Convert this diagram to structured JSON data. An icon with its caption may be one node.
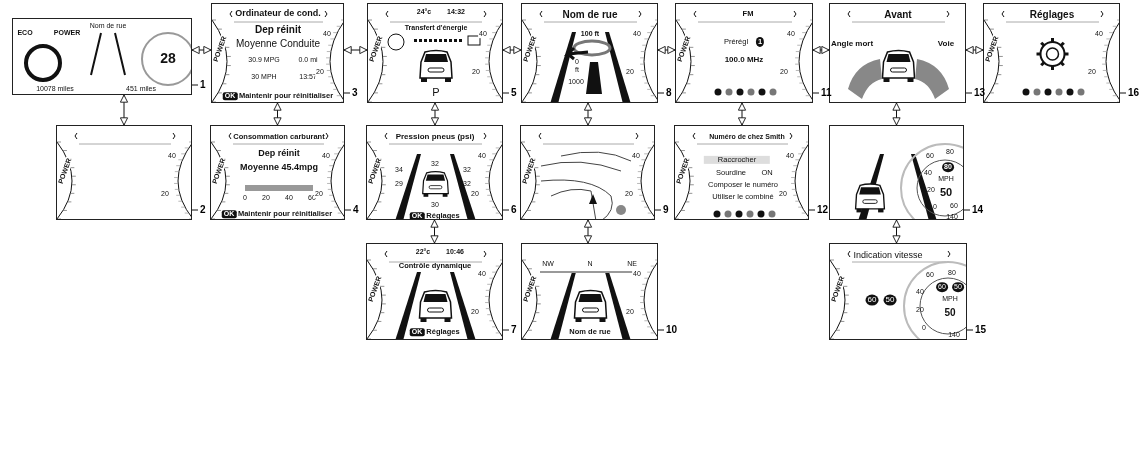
{
  "diagram": {
    "nodes": [
      {
        "text": [
          "Nom de rue",
          "ECO",
          "POWER",
          "28",
          "10078 miles",
          "451 miles"
        ]
      },
      {
        "text": [
          "Ordinateur de cond.",
          "Dep réinit",
          "Moyenne Conduite",
          "30.9 MPG",
          "0.0 mi",
          "30 MPH",
          "13:57",
          "OK",
          "Maintenir pour réinitialiser",
          "POWER",
          "40",
          "20"
        ]
      },
      {
        "text": [
          "24°c",
          "14:32",
          "Transfert d'énergie",
          "P",
          "POWER",
          "40",
          "20"
        ]
      },
      {
        "text": [
          "Nom de rue",
          "100 ft",
          "0",
          "ft",
          "1000",
          "POWER",
          "40",
          "20"
        ]
      },
      {
        "text": [
          "FM",
          "Prérégl",
          "1",
          "100.0 MHz",
          "POWER",
          "40",
          "20"
        ]
      },
      {
        "text": [
          "Avant",
          "Angle mort",
          "Voie"
        ]
      },
      {
        "text": [
          "Réglages",
          "POWER",
          "40",
          "20"
        ]
      },
      {
        "text": [
          "POWER",
          "40",
          "20"
        ]
      },
      {
        "text": [
          "Consommation carburant",
          "Dep réinit",
          "Moyenne 45.4mpg",
          "0",
          "20",
          "40",
          "60",
          "OK",
          "Maintenir pour réinitialiser",
          "POWER",
          "40",
          "20"
        ]
      },
      {
        "text": [
          "Pression pneus (psi)",
          "34",
          "32",
          "32",
          "29",
          "30",
          "32",
          "OK",
          "Réglages",
          "POWER",
          "40",
          "20"
        ]
      },
      {
        "text": [
          "POWER",
          "40",
          "20"
        ]
      },
      {
        "text": [
          "Numéro de chez Smith",
          "Raccrocher",
          "Sourdine",
          "ON",
          "Composer le numéro",
          "Utiliser le combiné",
          "POWER",
          "40",
          "20"
        ]
      },
      {
        "text": [
          "60",
          "80",
          "40",
          "20",
          "0",
          "80",
          "MPH",
          "50",
          "60",
          "140"
        ]
      },
      {
        "text": [
          "22°c",
          "10:46",
          "Contrôle dynamique",
          "OK",
          "Réglages",
          "POWER",
          "40",
          "20"
        ]
      },
      {
        "text": [
          "NW",
          "N",
          "NE",
          "Nom de rue",
          "POWER",
          "40",
          "20"
        ]
      },
      {
        "text": [
          "Indication vitesse",
          "60",
          "50",
          "60",
          "80",
          "40",
          "20",
          "0",
          "60",
          "50",
          "MPH",
          "50",
          "140",
          "POWER"
        ]
      },
      {
        "text": [
          "1"
        ]
      },
      {
        "text": [
          "3"
        ]
      },
      {
        "text": [
          "5"
        ]
      },
      {
        "text": [
          "8"
        ]
      },
      {
        "text": [
          "11"
        ]
      },
      {
        "text": [
          "13"
        ]
      },
      {
        "text": [
          "16"
        ]
      },
      {
        "text": [
          "2"
        ]
      },
      {
        "text": [
          "4"
        ]
      },
      {
        "text": [
          "6"
        ]
      },
      {
        "text": [
          "9"
        ]
      },
      {
        "text": [
          "12"
        ]
      },
      {
        "text": [
          "14"
        ]
      },
      {
        "text": [
          "7"
        ]
      },
      {
        "text": [
          "10"
        ]
      },
      {
        "text": [
          "15"
        ]
      }
    ],
    "edges": [
      {
        "from": 0,
        "to": 1,
        "arrow": "both"
      },
      {
        "from": 1,
        "to": 2,
        "arrow": "both"
      },
      {
        "from": 2,
        "to": 3,
        "arrow": "both"
      },
      {
        "from": 3,
        "to": 4,
        "arrow": "both"
      },
      {
        "from": 4,
        "to": 5,
        "arrow": "both"
      },
      {
        "from": 5,
        "to": 6,
        "arrow": "both"
      },
      {
        "from": 0,
        "to": 7,
        "arrow": "both"
      },
      {
        "from": 1,
        "to": 8,
        "arrow": "both"
      },
      {
        "from": 2,
        "to": 9,
        "arrow": "both"
      },
      {
        "from": 3,
        "to": 10,
        "arrow": "both"
      },
      {
        "from": 4,
        "to": 11,
        "arrow": "both"
      },
      {
        "from": 5,
        "to": 12,
        "arrow": "both"
      },
      {
        "from": 9,
        "to": 13,
        "arrow": "both"
      },
      {
        "from": 10,
        "to": 14,
        "arrow": "both"
      },
      {
        "from": 12,
        "to": 15,
        "arrow": "both"
      },
      {
        "from": 16,
        "to": 0,
        "arrow": "none"
      },
      {
        "from": 17,
        "to": 1,
        "arrow": "none"
      },
      {
        "from": 18,
        "to": 2,
        "arrow": "none"
      },
      {
        "from": 19,
        "to": 3,
        "arrow": "none"
      },
      {
        "from": 20,
        "to": 4,
        "arrow": "none"
      },
      {
        "from": 21,
        "to": 5,
        "arrow": "none"
      },
      {
        "from": 22,
        "to": 6,
        "arrow": "none"
      },
      {
        "from": 23,
        "to": 7,
        "arrow": "none"
      },
      {
        "from": 24,
        "to": 8,
        "arrow": "none"
      },
      {
        "from": 25,
        "to": 9,
        "arrow": "none"
      },
      {
        "from": 26,
        "to": 10,
        "arrow": "none"
      },
      {
        "from": 27,
        "to": 11,
        "arrow": "none"
      },
      {
        "from": 28,
        "to": 12,
        "arrow": "none"
      },
      {
        "from": 29,
        "to": 13,
        "arrow": "none"
      },
      {
        "from": 30,
        "to": 14,
        "arrow": "none"
      },
      {
        "from": 31,
        "to": 15,
        "arrow": "none"
      }
    ]
  }
}
